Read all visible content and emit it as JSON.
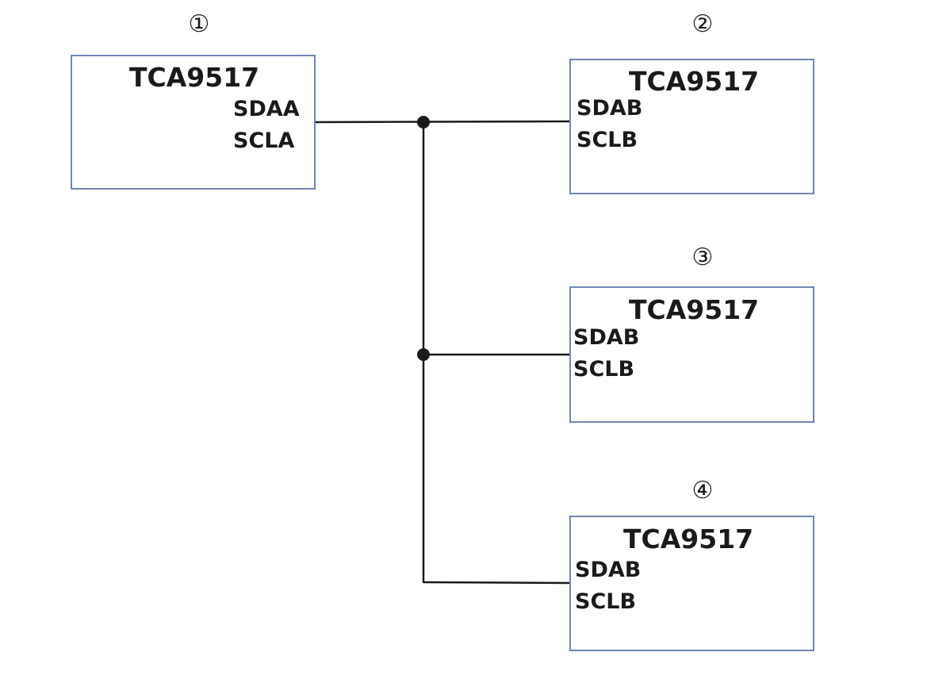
{
  "colors": {
    "box_border": "#6f86b3",
    "wire": "#1a1a1a",
    "text": "#1a1a1a"
  },
  "devices": [
    {
      "number": "①",
      "name": "TCA9517",
      "pins": [
        "SDAA",
        "SCLA"
      ]
    },
    {
      "number": "②",
      "name": "TCA9517",
      "pins": [
        "SDAB",
        "SCLB"
      ]
    },
    {
      "number": "③",
      "name": "TCA9517",
      "pins": [
        "SDAB",
        "SCLB"
      ]
    },
    {
      "number": "④",
      "name": "TCA9517",
      "pins": [
        "SDAB",
        "SCLB"
      ]
    }
  ]
}
